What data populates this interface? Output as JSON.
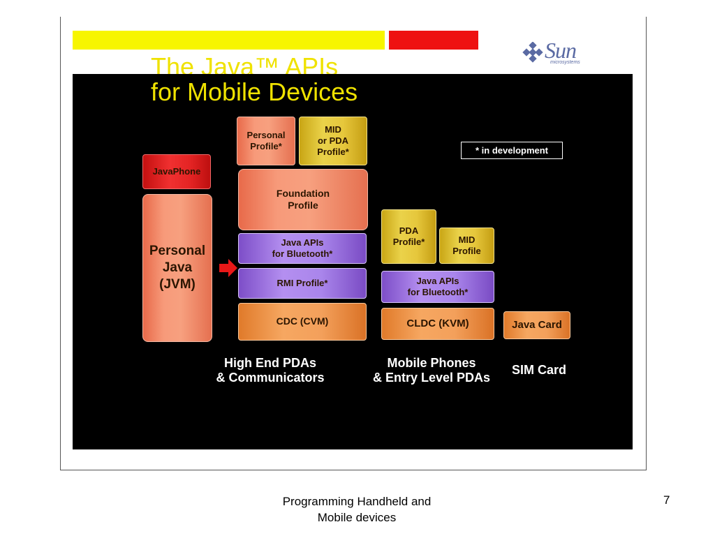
{
  "slide": {
    "title_line1": "The Java™ APIs",
    "title_line2": "for Mobile Devices",
    "logo_text": "Sun",
    "logo_subtext": "microsystems",
    "note": "* in development"
  },
  "boxes": {
    "personal_profile": "Personal\nProfile*",
    "mid_pda_profile": "MID\nor PDA\nProfile*",
    "javaphone": "JavaPhone",
    "foundation_profile": "Foundation\nProfile",
    "personal_java": "Personal\nJava\n(JVM)",
    "bluetooth_high": "Java APIs\nfor Bluetooth*",
    "rmi_profile": "RMI Profile*",
    "cdc": "CDC (CVM)",
    "pda_profile": "PDA\nProfile*",
    "mid_profile": "MID\nProfile",
    "bluetooth_mobile": "Java APIs\nfor Bluetooth*",
    "cldc": "CLDC (KVM)",
    "java_card": "Java Card"
  },
  "categories": {
    "high_end": "High End PDAs\n& Communicators",
    "mobile": "Mobile Phones\n& Entry Level PDAs",
    "sim": "SIM Card"
  },
  "footer": {
    "text": "Programming Handheld and\nMobile devices",
    "page": "7"
  },
  "colors": {
    "title": "#efe200",
    "bar_yellow": "#f7f500",
    "bar_red": "#ee1111",
    "salmon": "#f79a7a",
    "yellow_box": "#ead24a",
    "purple": "#b48ff0",
    "orange": "#f6a761",
    "red": "#f03030"
  }
}
